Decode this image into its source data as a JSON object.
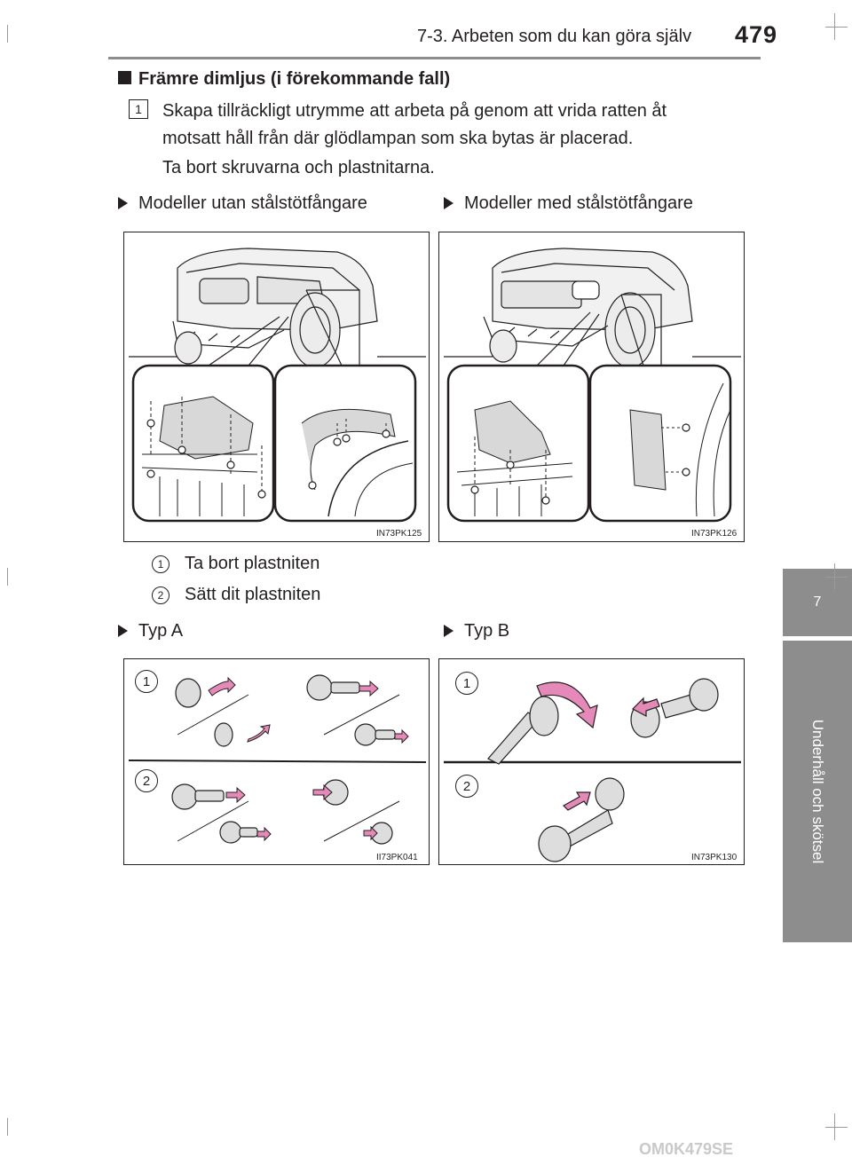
{
  "header": {
    "title": "7-3. Arbeten som du kan göra själv",
    "page_number": "479"
  },
  "side_tab": {
    "chapter": "7",
    "label": "Underhåll och skötsel"
  },
  "section": {
    "heading": "Främre dimljus (i förekommande fall)"
  },
  "step1": {
    "number": "1",
    "text_line1": "Skapa tillräckligt utrymme att arbeta på genom att vrida ratten åt",
    "text_line2": "motsatt håll från där glödlampan som ska bytas är placerad.",
    "text_line3": "Ta bort skruvarna och plastnitarna."
  },
  "models": {
    "left_label": "Modeller utan stålstötfångare",
    "right_label": "Modeller med stålstötfångare",
    "left_code": "IN73PK125",
    "right_code": "IN73PK126"
  },
  "legend": [
    {
      "number": "1",
      "text": "Ta bort plastniten"
    },
    {
      "number": "2",
      "text": "Sätt dit plastniten"
    }
  ],
  "types": {
    "left_label": "Typ A",
    "right_label": "Typ B",
    "left_code": "II73PK041",
    "right_code": "IN73PK130",
    "marker1": "1",
    "marker2": "2"
  },
  "footer": {
    "brand": "OM0K479SE"
  },
  "colors": {
    "text": "#231f20",
    "tab": "#8d8d8d",
    "clip_fill": "#dddddd",
    "arrow_fill": "#e58ab8"
  }
}
